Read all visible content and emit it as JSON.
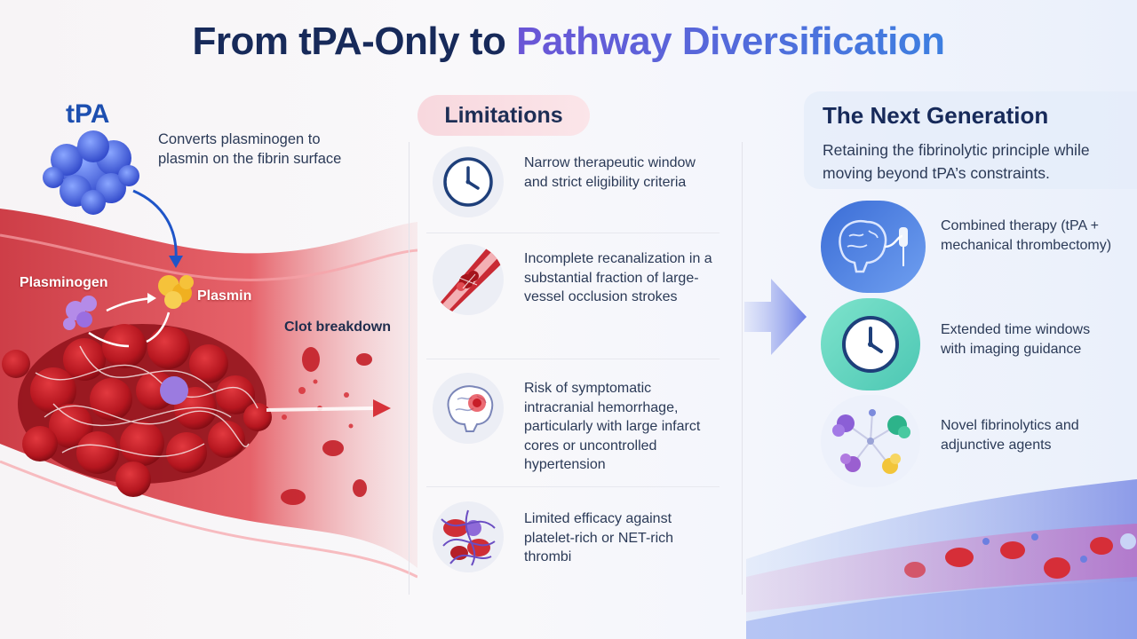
{
  "title": {
    "part1": "From tPA-Only to ",
    "part2": "Pathway Diversification"
  },
  "left": {
    "heading": "tPA",
    "description": "Converts plasminogen to plasmin on the fibrin surface",
    "label_plasminogen": "Plasminogen",
    "label_plasmin": "Plasmin",
    "label_clot": "Clot breakdown"
  },
  "limitations": {
    "heading": "Limitations",
    "items": [
      {
        "icon": "clock-icon",
        "text": "Narrow therapeutic window and strict eligibility criteria"
      },
      {
        "icon": "occluded-vessel-icon",
        "text": "Incomplete recanalization in a substantial fraction of large-vessel occlusion strokes"
      },
      {
        "icon": "brain-hemorrhage-icon",
        "text": "Risk of symptomatic intracranial hemorrhage, particularly with large infarct cores or uncontrolled hypertension"
      },
      {
        "icon": "thrombus-mesh-icon",
        "text": "Limited efficacy against platelet-rich or NET-rich thrombi"
      }
    ]
  },
  "next": {
    "heading": "The Next Generation",
    "subtitle": "Retaining the fibrinolytic principle while moving beyond tPA’s constraints.",
    "items": [
      {
        "icon": "brain-device-icon",
        "text": "Combined therapy (tPA + mechanical thrombectomy)"
      },
      {
        "icon": "clock-icon",
        "text": "Extended time windows with imaging guidance"
      },
      {
        "icon": "molecules-icon",
        "text": "Novel fibrinolytics and adjunctive agents"
      }
    ]
  },
  "colors": {
    "title_dark": "#172a5a",
    "title_gradient_start": "#6b55d6",
    "title_gradient_end": "#3d7fe0",
    "tpa_blue": "#1d4fb0",
    "vessel_red": "#d6343b",
    "limitations_pill": "#f8d8de"
  }
}
